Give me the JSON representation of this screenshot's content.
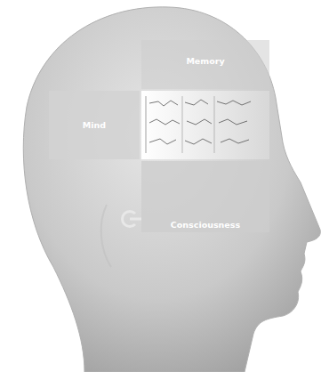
{
  "diagram": {
    "nodes": [
      {
        "text": [
          "Memory"
        ]
      },
      {
        "text": [
          "Mind"
        ]
      },
      {
        "text": [
          "Consciousness"
        ]
      }
    ]
  }
}
